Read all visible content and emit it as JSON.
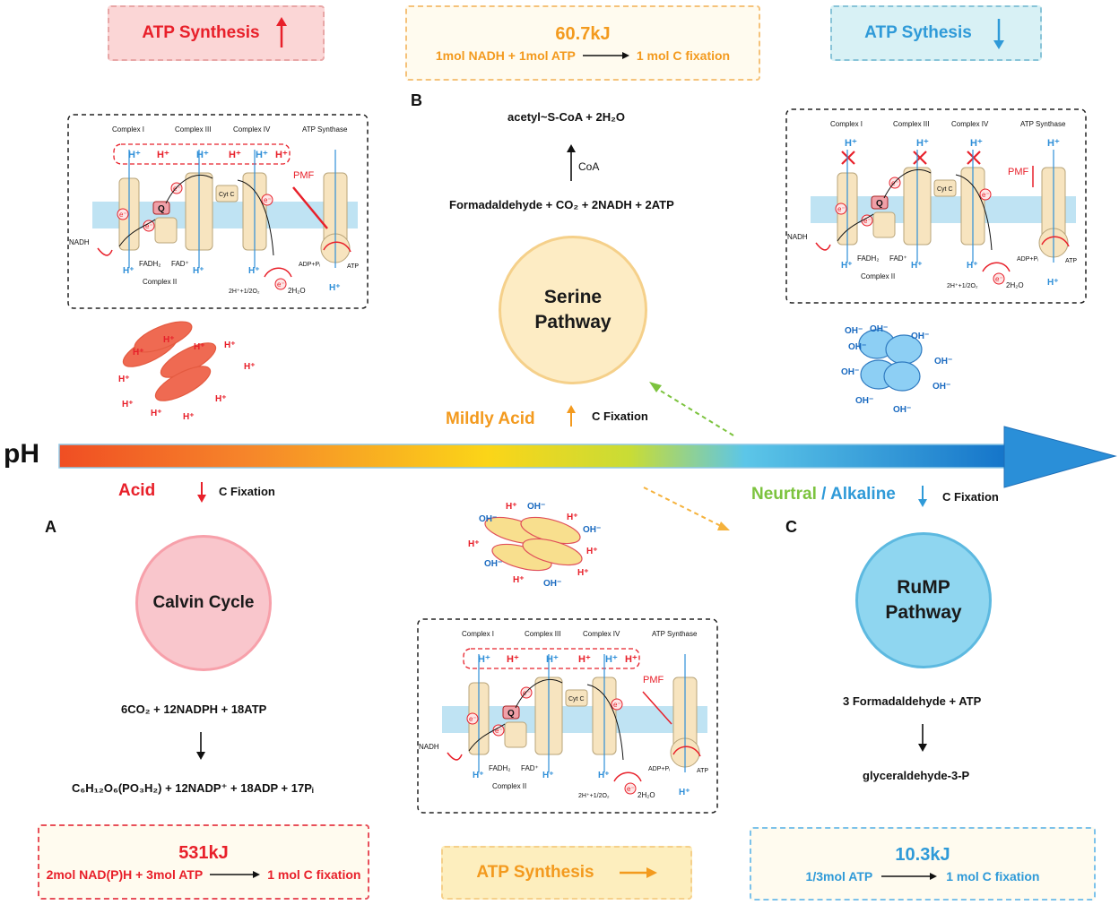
{
  "top": {
    "acid_atp": {
      "label": "ATP Synthesis"
    },
    "mild_energy": {
      "value": "60.7kJ",
      "left": "1mol NADH + 1mol ATP",
      "right": "1 mol C fixation"
    },
    "alk_atp": {
      "label": "ATP Sythesis"
    }
  },
  "serine": {
    "letter": "B",
    "product": "acetyl~S-CoA + 2H₂O",
    "enzyme": "CoA",
    "reactants": "Formadaldehyde + CO₂ + 2NADH + 2ATP",
    "circle_line1": "Serine",
    "circle_line2": "Pathway"
  },
  "ph": {
    "label": "pH",
    "mildly_acid": "Mildly Acid",
    "mild_fix": "C Fixation",
    "acid": "Acid",
    "acid_fix": "C Fixation",
    "neutral": "Neurtral",
    "slash": " / ",
    "alkaline": "Alkaline",
    "alk_fix": "C Fixation"
  },
  "calvin": {
    "letter": "A",
    "circle": "Calvin Cycle",
    "reactants": "6CO₂ + 12NADPH + 18ATP",
    "products": "C₆H₁₂O₆(PO₃H₂) + 12NADP⁺ + 18ADP + 17Pᵢ",
    "energy": "531kJ",
    "energy_left": "2mol NAD(P)H + 3mol ATP",
    "energy_right": "1 mol C fixation"
  },
  "rump": {
    "letter": "C",
    "circle_line1": "RuMP",
    "circle_line2": "Pathway",
    "reactants": "3 Formadaldehyde + ATP",
    "products": "glyceraldehyde-3-P",
    "energy": "10.3kJ",
    "energy_left": "1/3mol ATP",
    "energy_right": "1 mol C fixation"
  },
  "bottom_mid": {
    "label": "ATP Synthesis"
  },
  "membrane": {
    "complex1": "Complex I",
    "complex3": "Complex III",
    "complex4": "Complex IV",
    "synthase": "ATP Synthase",
    "complex2": "Complex II",
    "hplus": "H⁺",
    "ohminus": "OH⁻",
    "eminus": "e⁻",
    "q": "Q",
    "cytc": "Cyt C",
    "pmf": "PMF",
    "nadh": "NADH",
    "fadh2": "FADH₂",
    "fad": "FAD⁺",
    "adp": "ADP+Pᵢ",
    "atp": "ATP",
    "o2": "2H⁺+1/2O₂",
    "h2o": "2H₂O"
  },
  "colors": {
    "acid_red": "#e8202a",
    "orange": "#f39a1e",
    "blue": "#2f9ad8",
    "green": "#7cc33e",
    "cell_red": "#ef6a52",
    "cell_yellow": "#f8df8e",
    "cell_blue": "#8dcff4"
  }
}
